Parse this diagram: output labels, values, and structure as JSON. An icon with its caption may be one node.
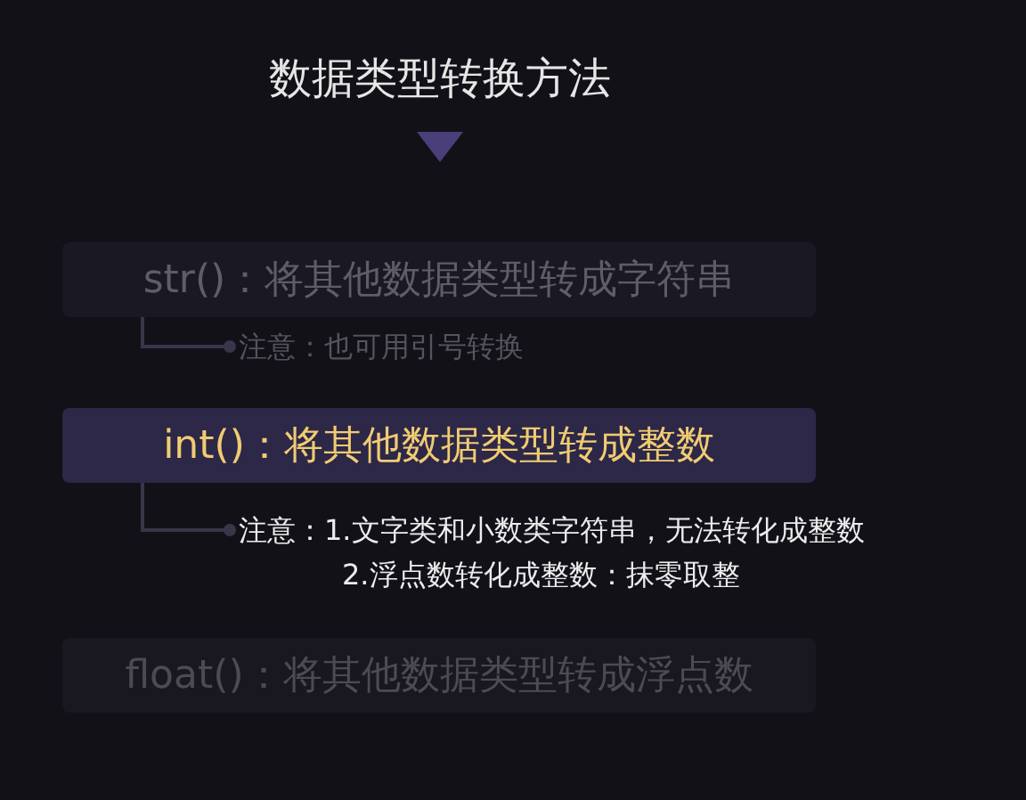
{
  "diagram": {
    "title": "数据类型转换方法",
    "nodes": [
      {
        "text": [
          "str()：将其他数据类型转成字符串"
        ]
      },
      {
        "text": [
          "注意：也可用引号转换"
        ]
      },
      {
        "text": [
          "int()：将其他数据类型转成整数"
        ]
      },
      {
        "text": [
          "注意：1.文字类和小数类字符串，无法转化成整数",
          "2.浮点数转化成整数：抹零取整"
        ]
      },
      {
        "text": [
          "float()：将其他数据类型转成浮点数"
        ]
      }
    ],
    "edges": [
      {
        "from": 0,
        "to": 1,
        "arrow": "other",
        "color": "#3a3548"
      },
      {
        "from": 2,
        "to": 3,
        "arrow": "other",
        "color": "#3a3548"
      }
    ]
  }
}
